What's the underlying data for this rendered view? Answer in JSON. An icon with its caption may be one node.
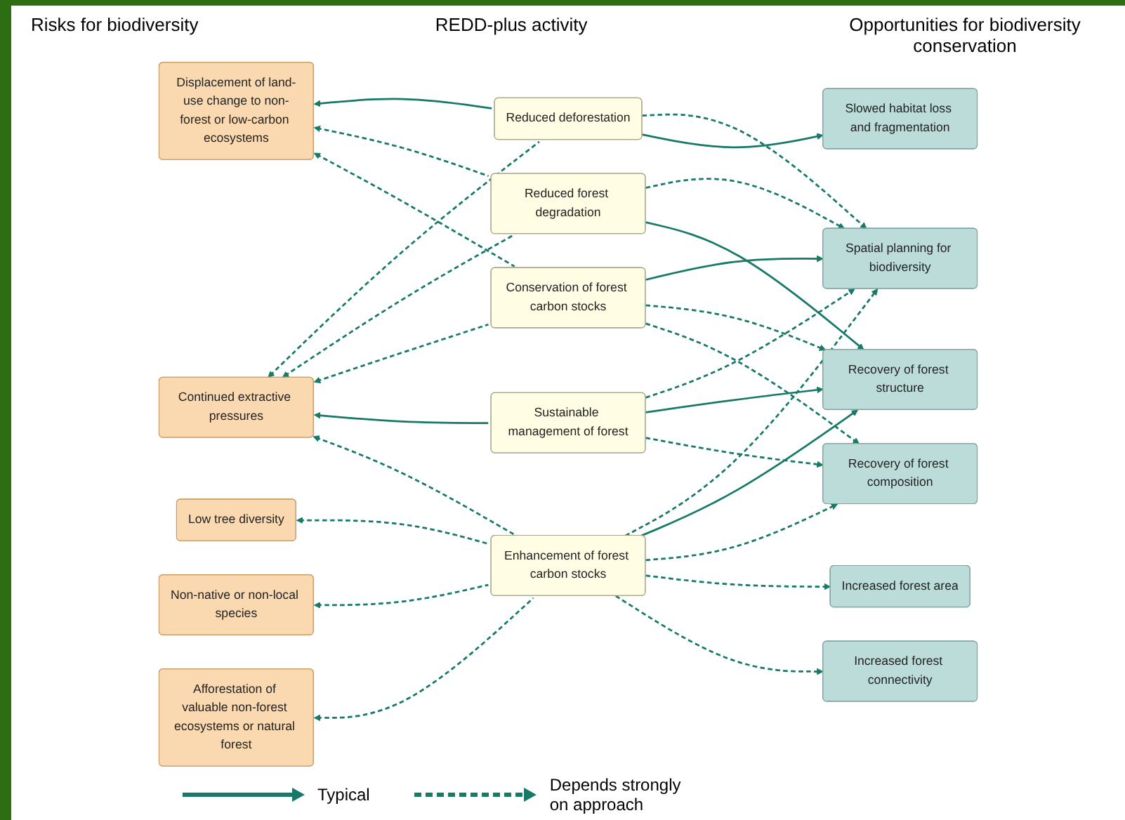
{
  "diagram": {
    "nodes": [
      {
        "text": [
          "Displacement of land-use change to non-forest or low-carbon ecosystems"
        ]
      },
      {
        "text": [
          "Continued extractive pressures"
        ]
      },
      {
        "text": [
          "Low tree diversity"
        ]
      },
      {
        "text": [
          "Non-native or non-local species"
        ]
      },
      {
        "text": [
          "Afforestation of valuable non-forest ecosystems or natural forest"
        ]
      },
      {
        "text": [
          "Reduced deforestation"
        ]
      },
      {
        "text": [
          "Reduced forest degradation"
        ]
      },
      {
        "text": [
          "Conservation of forest carbon stocks"
        ]
      },
      {
        "text": [
          "Sustainable management of forest"
        ]
      },
      {
        "text": [
          "Enhancement of forest carbon stocks"
        ]
      },
      {
        "text": [
          "Spatial planning for biodiversity"
        ]
      },
      {
        "text": [
          "Slowed habitat loss and fragmentation"
        ]
      },
      {
        "text": [
          "Recovery of forest structure"
        ]
      },
      {
        "text": [
          "Recovery of forest composition"
        ]
      },
      {
        "text": [
          "Increased forest area"
        ]
      },
      {
        "text": [
          "Increased forest connectivity"
        ]
      }
    ],
    "edges": [
      {
        "from": 5,
        "to": 0,
        "arrow": "to"
      },
      {
        "from": 5,
        "to": 1,
        "arrow": "to",
        "style": "dashed"
      },
      {
        "from": 6,
        "to": 0,
        "arrow": "to",
        "style": "dashed"
      },
      {
        "from": 6,
        "to": 1,
        "arrow": "to",
        "style": "dashed"
      },
      {
        "from": 7,
        "to": 0,
        "arrow": "to",
        "style": "dashed"
      },
      {
        "from": 7,
        "to": 1,
        "arrow": "to",
        "style": "dashed"
      },
      {
        "from": 8,
        "to": 1,
        "arrow": "to"
      },
      {
        "from": 9,
        "to": 1,
        "arrow": "to",
        "style": "dashed"
      },
      {
        "from": 9,
        "to": 2,
        "arrow": "to",
        "style": "dashed"
      },
      {
        "from": 9,
        "to": 3,
        "arrow": "to",
        "style": "dashed"
      },
      {
        "from": 9,
        "to": 4,
        "arrow": "to",
        "style": "dashed"
      },
      {
        "from": 5,
        "to": 10,
        "arrow": "to",
        "style": "dashed"
      },
      {
        "from": 5,
        "to": 11,
        "arrow": "to"
      },
      {
        "from": 6,
        "to": 10,
        "arrow": "to",
        "style": "dashed"
      },
      {
        "from": 6,
        "to": 12,
        "arrow": "to"
      },
      {
        "from": 7,
        "to": 10,
        "arrow": "to"
      },
      {
        "from": 7,
        "to": 12,
        "arrow": "to",
        "style": "dashed"
      },
      {
        "from": 7,
        "to": 13,
        "arrow": "to",
        "style": "dashed"
      },
      {
        "from": 8,
        "to": 10,
        "arrow": "to",
        "style": "dashed"
      },
      {
        "from": 8,
        "to": 12,
        "arrow": "to"
      },
      {
        "from": 8,
        "to": 13,
        "arrow": "to",
        "style": "dashed"
      },
      {
        "from": 9,
        "to": 10,
        "arrow": "to",
        "style": "dashed"
      },
      {
        "from": 9,
        "to": 12,
        "arrow": "to"
      },
      {
        "from": 9,
        "to": 13,
        "arrow": "to",
        "style": "dashed"
      },
      {
        "from": 9,
        "to": 14,
        "arrow": "to",
        "style": "dashed"
      },
      {
        "from": 9,
        "to": 15,
        "arrow": "to",
        "style": "dashed"
      }
    ],
    "labels": [
      "Risks for biodiversity",
      "REDD-plus activity",
      "Opportunities for biodiversity conservation"
    ],
    "legend": [
      {
        "text": "Typical"
      },
      {
        "text": "Depends strongly on approach"
      }
    ]
  }
}
